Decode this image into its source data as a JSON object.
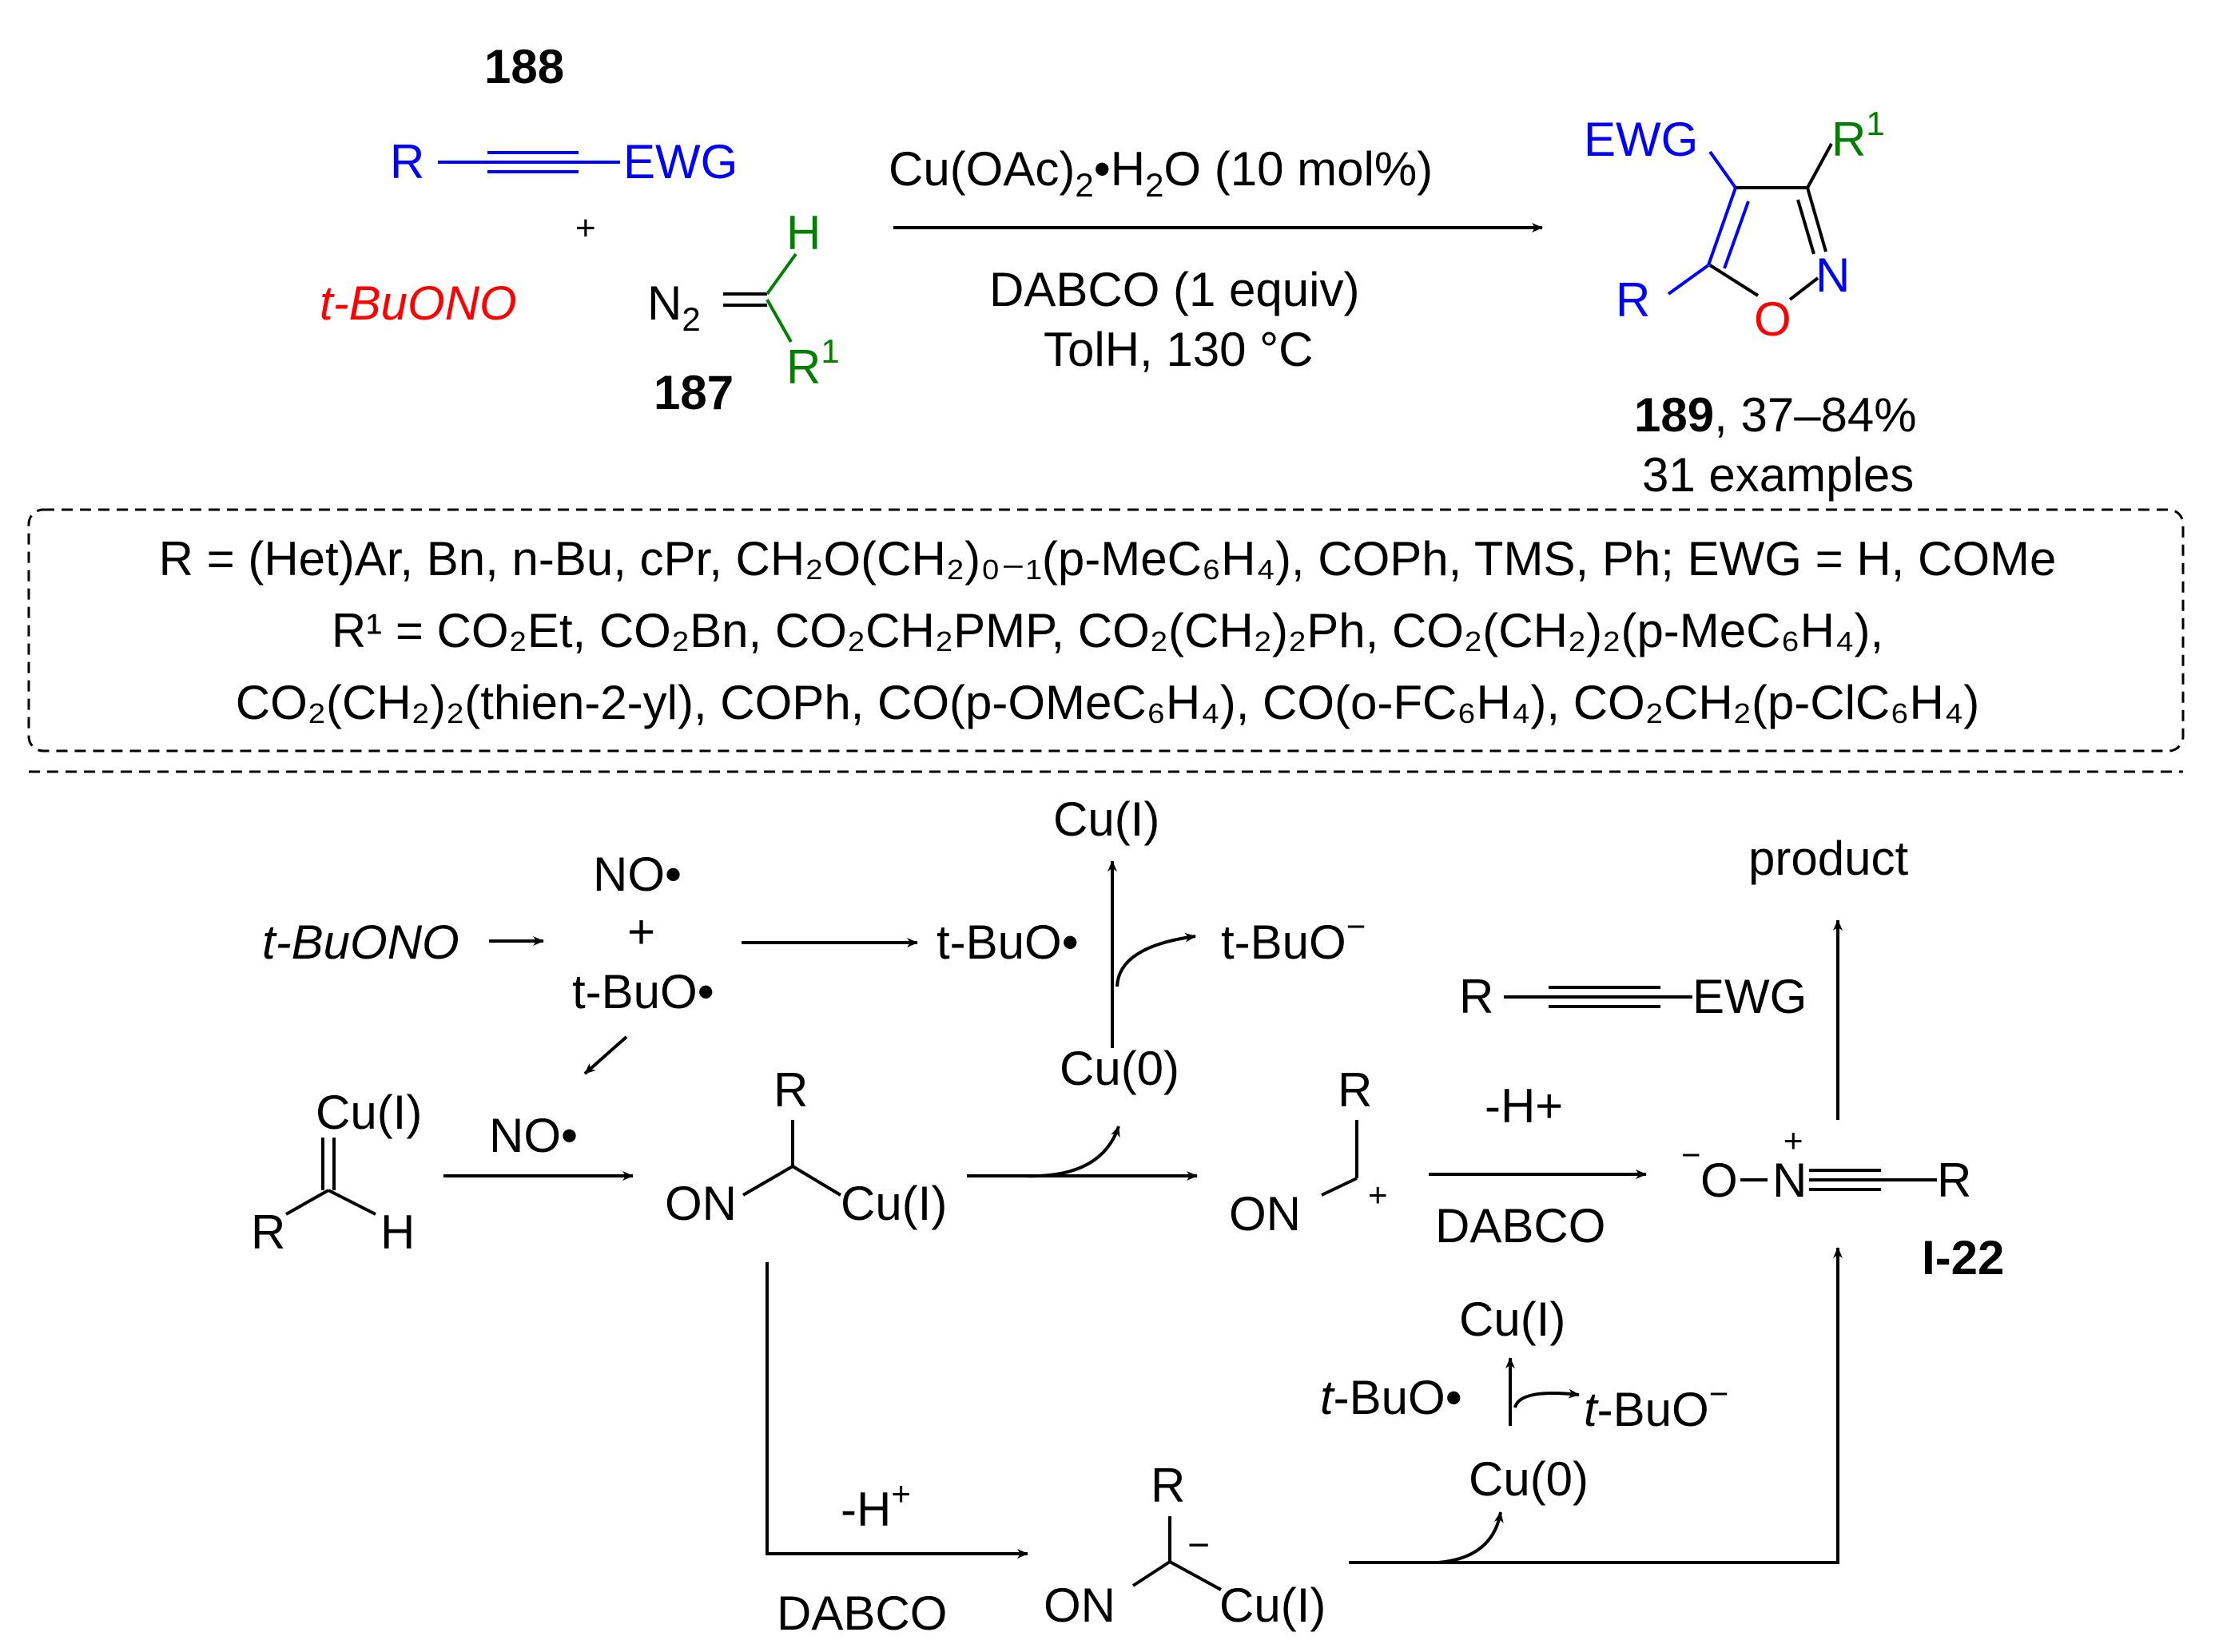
{
  "compounds": {
    "c188": "188",
    "c187": "187",
    "c189": "189",
    "i22": "I-22"
  },
  "reagents": {
    "alkyne_R": "R",
    "alkyne_EWG": "EWG",
    "plus": "+",
    "tbuono": "t-BuONO",
    "diazo_N2": "N",
    "diazo_N2_sub": "2",
    "diazo_H": "H",
    "diazo_R1": "R",
    "diazo_R1_sup": "1"
  },
  "conditions": {
    "catalyst_1": "Cu(OAc)",
    "catalyst_sub": "2",
    "catalyst_2": "•H",
    "catalyst_sub2": "2",
    "catalyst_3": "O (10 mol%)",
    "base": "DABCO (1 equiv)",
    "solvent_temp": "TolH,  130 °C"
  },
  "product": {
    "EWG": "EWG",
    "R1": "R",
    "R1_sup": "1",
    "R": "R",
    "N": "N",
    "O": "O",
    "yield_label": ", 37–84%",
    "examples": "31 examples"
  },
  "scope": {
    "line1": "R = (Het)Ar, Bn, n-Bu, cPr, CH₂O(CH₂)₀₋₁(p-MeC₆H₄), COPh, TMS, Ph; EWG = H, COMe",
    "line2": "R¹ = CO₂Et, CO₂Bn, CO₂CH₂PMP, CO₂(CH₂)₂Ph, CO₂(CH₂)₂(p-MeC₆H₄),",
    "line3": "CO₂(CH₂)₂(thien-2-yl), COPh, CO(p-OMeC₆H₄), CO(o-FC₆H₄), CO₂CH₂(p-ClC₆H₄)"
  },
  "mechanism": {
    "tbuono": "t-BuONO",
    "no_rad": "NO•",
    "plus": "+",
    "tbuo_rad": "t-BuO•",
    "cu1_top": "Cu(I)",
    "tbuo_rad_top": "t-BuO•",
    "tbuo_anion_top": "t-BuO",
    "minus": "−",
    "cu0_top": "Cu(0)",
    "product": "product",
    "alkyne_R": "R",
    "alkyne_EWG": "EWG",
    "carbene_cu": "Cu(I)",
    "carbene_R": "R",
    "carbene_H": "H",
    "no_rad_2": "NO•",
    "int1_R": "R",
    "int1_ON": "ON",
    "int1_cu": "Cu(I)",
    "cation_R": "R",
    "cation_ON": "ON",
    "cation_plus": "+",
    "minus_h": "-H+",
    "dabco_1": "DABCO",
    "nitrile_O": "O",
    "nitrile_N": "N",
    "nitrile_R": "R",
    "cu1_bottom": "Cu(I)",
    "tbuo_rad_bottom": "t-BuO•",
    "tbuo_anion_bottom": "t-BuO",
    "cu0_bottom": "Cu(0)",
    "minus_h_2": "-H",
    "plus_sup": "+",
    "dabco_2": "DABCO",
    "anion_R": "R",
    "anion_minus": "−",
    "anion_ON": "ON",
    "anion_cu": "Cu(I)"
  },
  "colors": {
    "alkyne": "#0000ff",
    "nitrite": "#ff0000",
    "diazo": "#007f00",
    "text": "#000000"
  }
}
